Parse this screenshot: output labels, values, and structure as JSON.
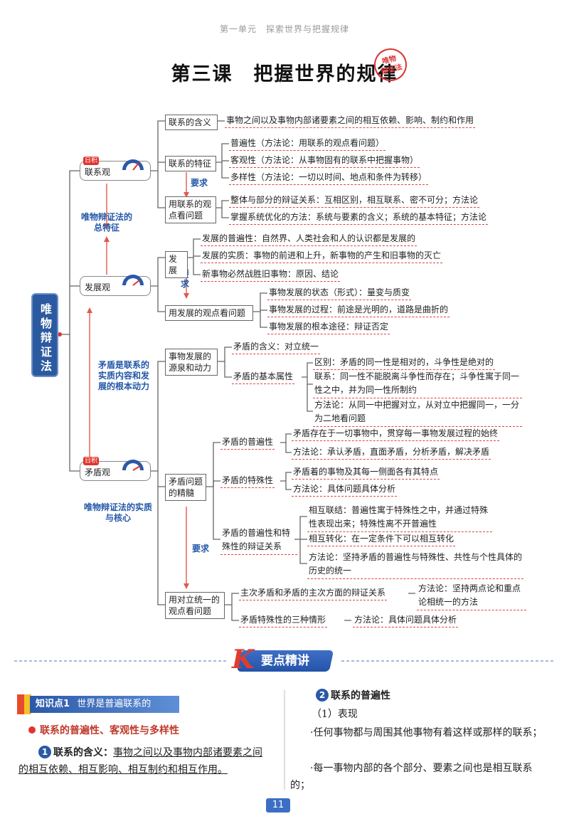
{
  "header": {
    "unit": "第一单元　探索世界与把握规律"
  },
  "title": "第三课　把握世界的规律",
  "stamp": {
    "line1": "唯物",
    "line2": "辩证法"
  },
  "root": "唯物辩证法",
  "views": {
    "lianxi": {
      "tag": "日积",
      "label": "联系观"
    },
    "fazhan": {
      "label": "发展观"
    },
    "maodun": {
      "tag": "日积",
      "label": "矛盾观"
    }
  },
  "annotations": {
    "zong": "唯物辩证法的总特征",
    "dongli": "矛盾是联系的实质内容和发展的根本动力",
    "hexin": "唯物辩证法的实质与核心",
    "yaoqiu": "要求"
  },
  "lianxi": {
    "hanyi": {
      "label": "联系的含义",
      "text": "事物之间以及事物内部诸要素之间的相互依赖、影响、制约和作用"
    },
    "tezheng": {
      "label": "联系的特征",
      "items": [
        "普遍性（方法论：用联系的观点看问题）",
        "客观性（方法论：从事物固有的联系中把握事物）",
        "多样性（方法论：一切以时间、地点和条件为转移）"
      ]
    },
    "guandian": {
      "label": "用联系的观点看问题",
      "items": [
        "整体与部分的辩证关系：互相区别，相互联系、密不可分；方法论",
        "掌握系统优化的方法：系统与要素的含义；系统的基本特征；方法论"
      ]
    }
  },
  "fazhan": {
    "fazhan": {
      "label": "发展",
      "items": [
        "发展的普遍性：自然界、人类社会和人的认识都是发展的",
        "发展的实质：事物的前进和上升，新事物的产生和旧事物的灭亡",
        "新事物必然战胜旧事物：原因、结论"
      ]
    },
    "guandian": {
      "label": "用发展的观点看问题",
      "items": [
        "事物发展的状态（形式）：量变与质变",
        "事物发展的过程：前途是光明的，道路是曲折的",
        "事物发展的根本途径：辩证否定"
      ]
    }
  },
  "maodun": {
    "yuanquan": {
      "label": "事物发展的源泉和动力",
      "hanyi": "矛盾的含义：对立统一",
      "shuxing": {
        "label": "矛盾的基本属性",
        "items": [
          "区别：矛盾的同一性是相对的，斗争性是绝对的",
          "联系：同一性不能脱离斗争性而存在；斗争性寓于同一性之中，并为同一性所制约",
          "方法论：从同一中把握对立，从对立中把握同一，一分为二地看问题"
        ]
      }
    },
    "jingsui": {
      "label": "矛盾问题的精髓",
      "pubian": {
        "label": "矛盾的普遍性",
        "items": [
          "矛盾存在于一切事物中，贯穿每一事物发展过程的始终",
          "方法论：承认矛盾，直面矛盾，分析矛盾，解决矛盾"
        ]
      },
      "teshu": {
        "label": "矛盾的特殊性",
        "items": [
          "矛盾着的事物及其每一侧面各有其特点",
          "方法论：具体问题具体分析"
        ]
      },
      "bianzheng": {
        "label": "矛盾的普遍性和特殊性的辩证关系",
        "items": [
          "相互联结：普遍性寓于特殊性之中，并通过特殊性表现出来；特殊性离不开普遍性",
          "相互转化：在一定条件下可以相互转化",
          "方法论：坚持矛盾的普遍性与特殊性、共性与个性具体的历史的统一"
        ]
      }
    },
    "duili": {
      "label": "用对立统一的观点看问题",
      "zhuyao": "主次矛盾和矛盾的主次方面的辩证关系",
      "zhuyao_fangfa": "方法论：坚持两点论和重点论相统一的方法",
      "qingxing": "矛盾特殊性的三种情形",
      "qingxing_fangfa": "方法论：具体问题具体分析"
    }
  },
  "banner": {
    "k": "K",
    "label": "要点精讲"
  },
  "knowledge": {
    "tag": "知识点1",
    "title": "世界是普遍联系的"
  },
  "left_col": {
    "subheading": "联系的普遍性、客观性与多样性",
    "num1": "1",
    "p1_label": "联系的含义：",
    "p1_text": "事物之间以及事物内部诸要素之间的相互依赖、相互影响、相互制约和相互作用。"
  },
  "right_col": {
    "num2": "2",
    "heading": "联系的普遍性",
    "sub1": "（1）表现",
    "b1": "·任何事物都与周围其他事物有着这样或那样的联系；",
    "b2": "·每一事物内部的各个部分、要素之间也是相互联系的；"
  },
  "page_number": "11",
  "colors": {
    "accent_blue": "#2b59a8",
    "accent_red": "#e0342d",
    "dash_red": "#dd4444"
  }
}
